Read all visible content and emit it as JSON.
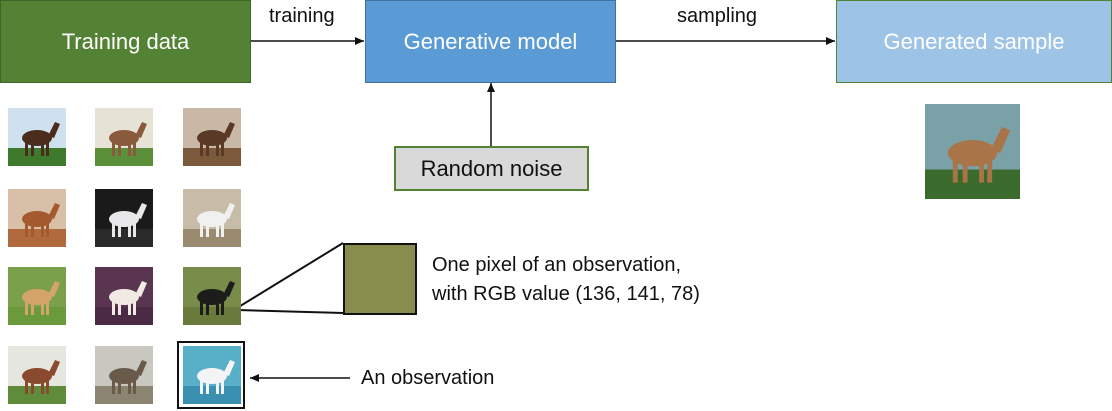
{
  "nodes": {
    "training_data": "Training data",
    "generative_model": "Generative model",
    "generated_sample": "Generated sample",
    "random_noise": "Random noise"
  },
  "edges": {
    "training": "training",
    "sampling": "sampling"
  },
  "annotations": {
    "pixel_line1": "One pixel of an observation,",
    "pixel_line2": "with RGB value (136, 141, 78)",
    "observation": "An observation"
  },
  "colors": {
    "training_box": "#548235",
    "model_box": "#5b9bd5",
    "sample_box": "#9dc3e6",
    "noise_box": "#d9d9d9",
    "pixel": "#888d4e"
  },
  "thumbnails": [
    {
      "subject": "rider-on-dark-horse",
      "bg": "#cfe0ee",
      "ground": "#3f7a2c",
      "horse": "#4a2c1c"
    },
    {
      "subject": "bay-horse",
      "bg": "#e6e3d6",
      "ground": "#5c8f3a",
      "horse": "#8a5a3c"
    },
    {
      "subject": "brown-horse",
      "bg": "#c9b8a6",
      "ground": "#7a5a3a",
      "horse": "#5a3a26"
    },
    {
      "subject": "chestnut-horse-head",
      "bg": "#d8c0a8",
      "ground": "#b06a3e",
      "horse": "#a45a2e"
    },
    {
      "subject": "white-horse-head",
      "bg": "#1a1a1a",
      "ground": "#2a2a2a",
      "horse": "#e8e8ea"
    },
    {
      "subject": "rider-in-arena",
      "bg": "#c7bca8",
      "ground": "#9a8a70",
      "horse": "#f0f0f0"
    },
    {
      "subject": "palomino-horse",
      "bg": "#7aa04c",
      "ground": "#6a9a3c",
      "horse": "#d4a46a"
    },
    {
      "subject": "white-horse-purple-bg",
      "bg": "#5a3550",
      "ground": "#4a2a44",
      "horse": "#f2e8e4"
    },
    {
      "subject": "dark-horse-grazing",
      "bg": "#7a8c4a",
      "ground": "#6a7a3c",
      "horse": "#1c1c1a"
    },
    {
      "subject": "chestnut-horse",
      "bg": "#e6e6e0",
      "ground": "#5f8c3a",
      "horse": "#8a4a30"
    },
    {
      "subject": "rider-grey-horse",
      "bg": "#c8c8c0",
      "ground": "#8a8470",
      "horse": "#6a5a4a"
    },
    {
      "subject": "white-horse-blue-bg",
      "bg": "#58b0c8",
      "ground": "#3a90b0",
      "horse": "#f4f4f6"
    }
  ],
  "generated_thumbnail": {
    "subject": "generated-brown-horse",
    "bg": "#7aa0a8",
    "ground": "#3a6a2c",
    "horse": "#a87448"
  }
}
